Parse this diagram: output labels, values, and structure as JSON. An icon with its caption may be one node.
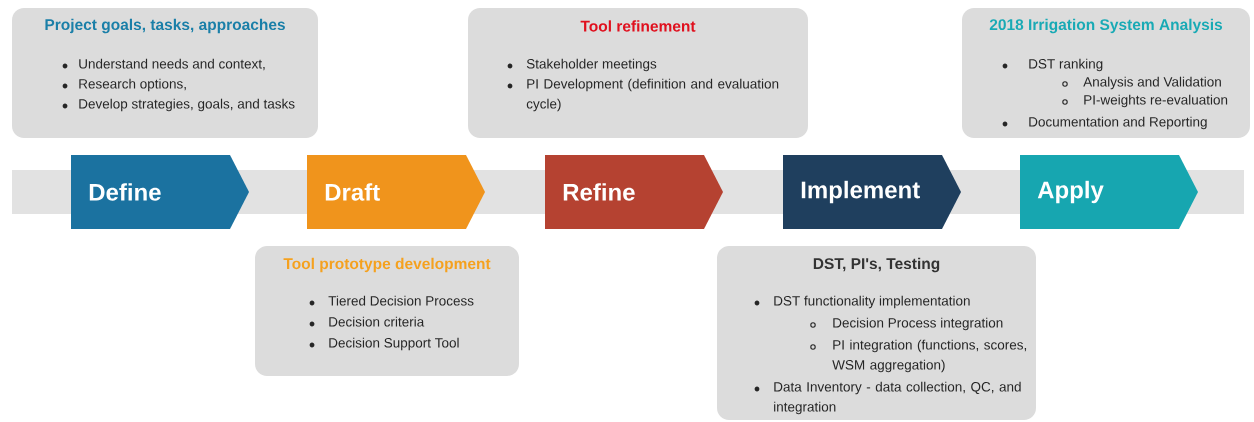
{
  "diagram": {
    "nodes": [
      {
        "text": [
          "Project goals, tasks, approaches",
          "Understand needs and context,",
          "Research options,",
          "Develop strategies, goals, and tasks"
        ]
      },
      {
        "text": [
          "Tool refinement",
          "Stakeholder meetings",
          "PI Development (definition and evaluation cycle)"
        ]
      },
      {
        "text": [
          "2018 Irrigation System Analysis",
          "DST ranking",
          "Analysis and Validation",
          "PI-weights re-evaluation",
          "Documentation and Reporting"
        ]
      },
      {
        "text": [
          "Define"
        ]
      },
      {
        "text": [
          "Draft"
        ]
      },
      {
        "text": [
          "Refine"
        ]
      },
      {
        "text": [
          "Implement"
        ]
      },
      {
        "text": [
          "Apply"
        ]
      },
      {
        "text": [
          "Tool prototype development",
          "Tiered Decision Process",
          "Decision criteria",
          "Decision Support Tool"
        ]
      },
      {
        "text": [
          "DST, PI's, Testing",
          "DST functionality implementation",
          "Decision Process integration",
          "PI integration (functions, scores, WSM aggregation)",
          "Data Inventory - data collection, QC, and integration"
        ]
      },
      {
        "text": [],
        "shape": "bar"
      }
    ]
  }
}
